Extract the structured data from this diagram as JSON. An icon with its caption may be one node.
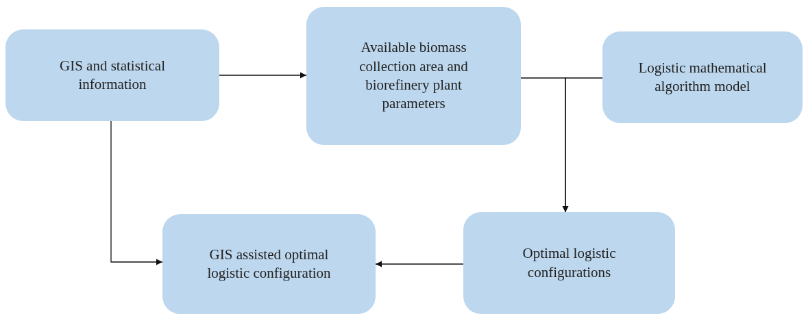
{
  "diagram": {
    "nodes": [
      {
        "text": [
          "GIS and statistical information"
        ]
      },
      {
        "text": [
          "Available biomass collection area and biorefinery plant parameters"
        ]
      },
      {
        "text": [
          "Logistic mathematical algorithm model"
        ]
      },
      {
        "text": [
          "Optimal logistic configurations"
        ]
      },
      {
        "text": [
          "GIS assisted optimal logistic configuration"
        ]
      }
    ],
    "edges": [
      {
        "from": 0,
        "to": 1,
        "arrow": "to"
      },
      {
        "from": 1,
        "to": 3,
        "arrow": "to"
      },
      {
        "from": 2,
        "to": 3,
        "arrow": "to"
      },
      {
        "from": 0,
        "to": 4,
        "arrow": "to"
      },
      {
        "from": 3,
        "to": 4,
        "arrow": "to"
      }
    ]
  }
}
